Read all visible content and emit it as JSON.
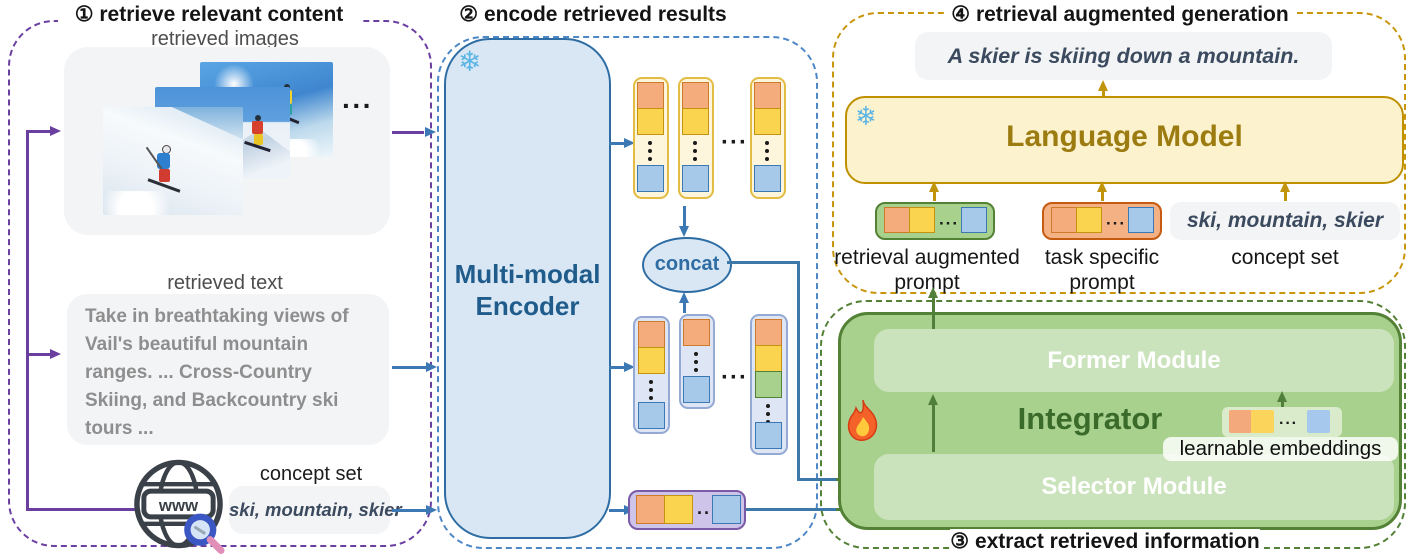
{
  "step1": {
    "title": "① retrieve relevant content",
    "images_label": "retrieved images",
    "text_label": "retrieved text",
    "text_content": "Take in breathtaking views of Vail's beautiful mountain ranges. ... Cross-Country Skiing, and Backcountry ski tours ...",
    "concept_label": "concept set",
    "concept_value": "ski, mountain, skier",
    "globe_text": "www"
  },
  "step2": {
    "title": "② encode retrieved results",
    "encoder_label": "Multi-modal Encoder",
    "concat_label": "concat"
  },
  "step3": {
    "title": "③ extract retrieved information",
    "integrator_label": "Integrator",
    "former_label": "Former Module",
    "selector_label": "Selector Module",
    "learnable_label": "learnable embeddings"
  },
  "step4": {
    "title": "④ retrieval augmented generation",
    "output_text": "A skier is skiing down a mountain.",
    "lm_label": "Language Model",
    "prompt1_label": "retrieval augmented prompt",
    "prompt2_label": "task specific prompt",
    "concept_label": "concept set",
    "concept_value": "ski, mountain, skier"
  },
  "glyphs": {
    "ellipsis": "···",
    "snowflake": "❄"
  },
  "colors": {
    "section1_purple": "#6B3FA0",
    "section2_blue": "#4E87C5",
    "section3_green": "#538135",
    "section4_gold": "#C8960C",
    "arrow_blue": "#3C78B4",
    "arrow_gold": "#C1940E",
    "arrow_green": "#4F7F3B",
    "encoder_fill": "#D9E7F4",
    "encoder_text": "#1F5C8B",
    "lm_fill": "#FDF2CE",
    "lm_text": "#9C7C10",
    "integrator_fill": "#A9D18E",
    "module_fill": "#CBE3BC",
    "token_orange": "#F5AC7D",
    "token_yellow": "#FBD44F",
    "token_blue": "#A6C9EA",
    "token_green": "#A9D18E",
    "concept_strip_fill": "#CEC3E9"
  }
}
